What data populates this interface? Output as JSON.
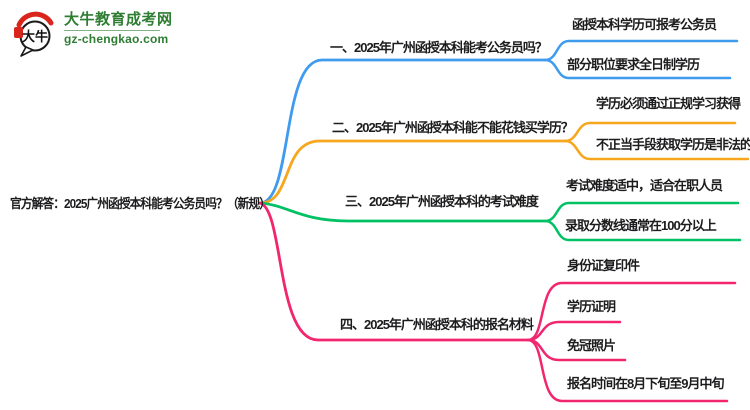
{
  "logo": {
    "site_name": "大牛教育成考网",
    "site_domain": "gz-chengkao.com",
    "mark_text": "大牛",
    "brand_green": "#2E7D33",
    "mark_red": "#D9251C"
  },
  "root": {
    "label": "官方解答：2025广州函授本科能考公务员吗？（新规）"
  },
  "branches": [
    {
      "label": "一、2025年广州函授本科能考公务员吗？",
      "color": "#3E9BEE",
      "children": [
        {
          "label": "函授本科学历可报考公务员"
        },
        {
          "label": "部分职位要求全日制学历"
        }
      ]
    },
    {
      "label": "二、2025年广州函授本科能不能花钱买学历？",
      "color": "#F7A71E",
      "children": [
        {
          "label": "学历必须通过正规学习获得"
        },
        {
          "label": "不正当手段获取学历是非法的"
        }
      ]
    },
    {
      "label": "三、2025年广州函授本科的考试难度",
      "color": "#00C164",
      "children": [
        {
          "label": "考试难度适中，适合在职人员"
        },
        {
          "label": "录取分数线通常在100分以上"
        }
      ]
    },
    {
      "label": "四、2025年广州函授本科的报名材料",
      "color": "#F1266E",
      "children": [
        {
          "label": "身份证复印件"
        },
        {
          "label": "学历证明"
        },
        {
          "label": "免冠照片"
        },
        {
          "label": "报名时间在8月下旬至9月中旬"
        }
      ]
    }
  ]
}
